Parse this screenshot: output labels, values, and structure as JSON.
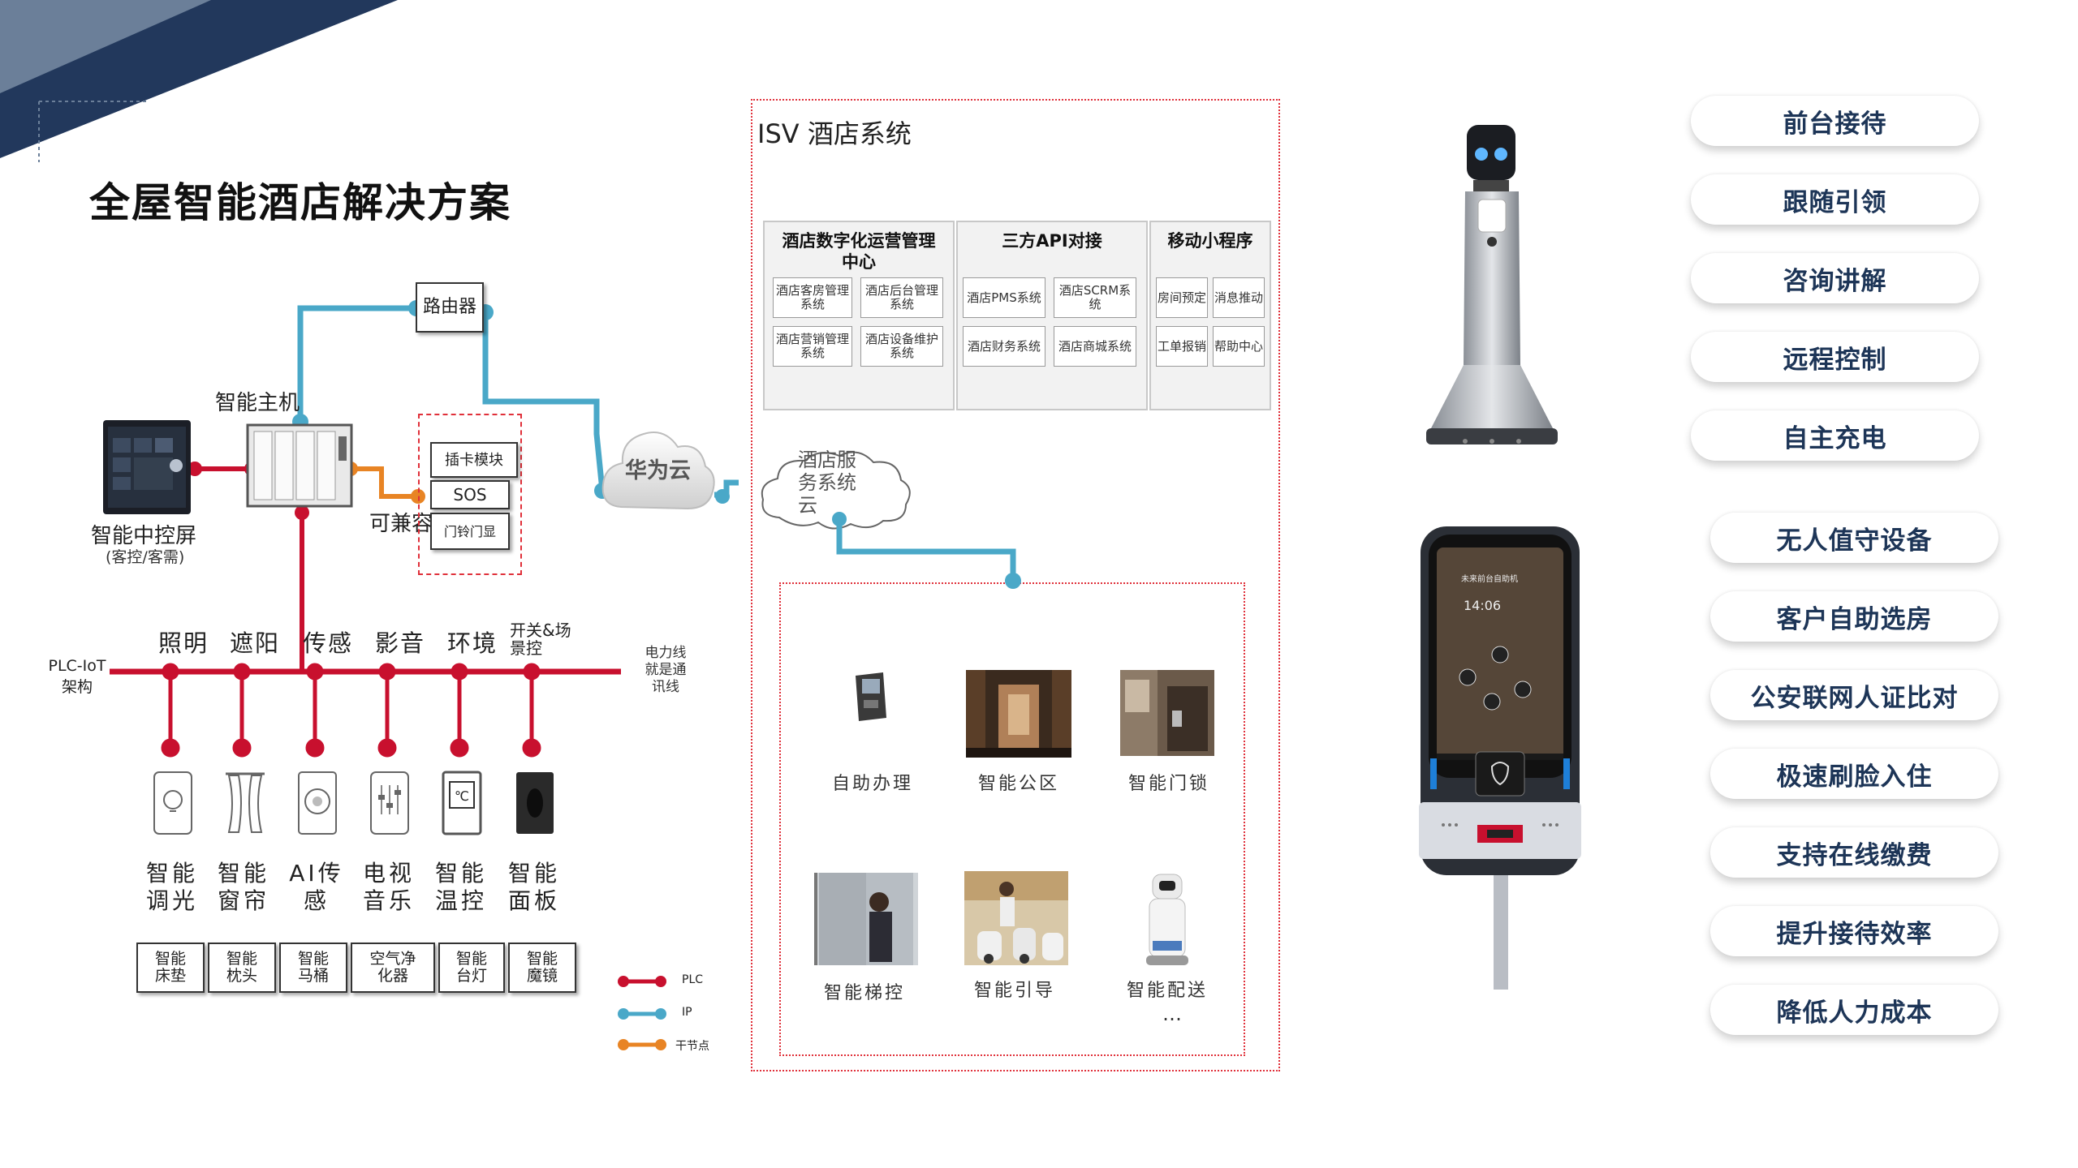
{
  "title": "全屋智能酒店解决方案",
  "left": {
    "router": "路由器",
    "host": "智能主机",
    "screen_label": "智能中控屏",
    "screen_sub": "(客控/客需)",
    "compatible": "可兼容",
    "modules": [
      "插卡模块",
      "SOS",
      "门铃门显"
    ],
    "cloud": "华为云",
    "hotel_cloud": "酒店服务系统云",
    "plc_iot": "PLC-IoT架构",
    "power_line": "电力线就是通讯线",
    "categories": [
      "照明",
      "遮阳",
      "传感",
      "影音",
      "环境",
      "开关&场景控"
    ],
    "devices": [
      "智能调光",
      "智能窗帘",
      "AI传感",
      "电视音乐",
      "智能温控",
      "智能面板"
    ],
    "bottom_boxes": [
      "智能床垫",
      "智能枕头",
      "智能马桶",
      "空气净化器",
      "智能台灯",
      "智能魔镜"
    ],
    "legend": [
      {
        "label": "PLC",
        "color": "#c8102e"
      },
      {
        "label": "IP",
        "color": "#4aa8c8"
      },
      {
        "label": "干节点",
        "color": "#e88424"
      }
    ]
  },
  "isv": {
    "title": "ISV 酒店系统",
    "panels": [
      {
        "title": "酒店数字化运营管理中心",
        "cells": [
          "酒店客房管理系统",
          "酒店后台管理系统",
          "酒店营销管理系统",
          "酒店设备维护系统"
        ]
      },
      {
        "title": "三方API对接",
        "cells": [
          "酒店PMS系统",
          "酒店SCRM系统",
          "酒店财务系统",
          "酒店商城系统"
        ]
      },
      {
        "title": "移动小程序",
        "cells": [
          "房间预定",
          "消息推动",
          "工单报销",
          "帮助中心"
        ]
      }
    ],
    "apps": [
      "自助办理",
      "智能公区",
      "智能门锁",
      "智能梯控",
      "智能引导",
      "智能配送"
    ],
    "ellipsis": "…"
  },
  "right": {
    "pills_top": [
      "前台接待",
      "跟随引领",
      "咨询讲解",
      "远程控制",
      "自主充电"
    ],
    "pills_bottom": [
      "无人值守设备",
      "客户自助选房",
      "公安联网人证比对",
      "极速刷脸入住",
      "支持在线缴费",
      "提升接待效率",
      "降低人力成本"
    ],
    "kiosk_header": "未来前台自助机",
    "kiosk_time": "14:06"
  },
  "colors": {
    "plc": "#c8102e",
    "ip": "#4aa8c8",
    "dry": "#e88424",
    "navy": "#22385c",
    "pill_text": "#1d3557"
  }
}
